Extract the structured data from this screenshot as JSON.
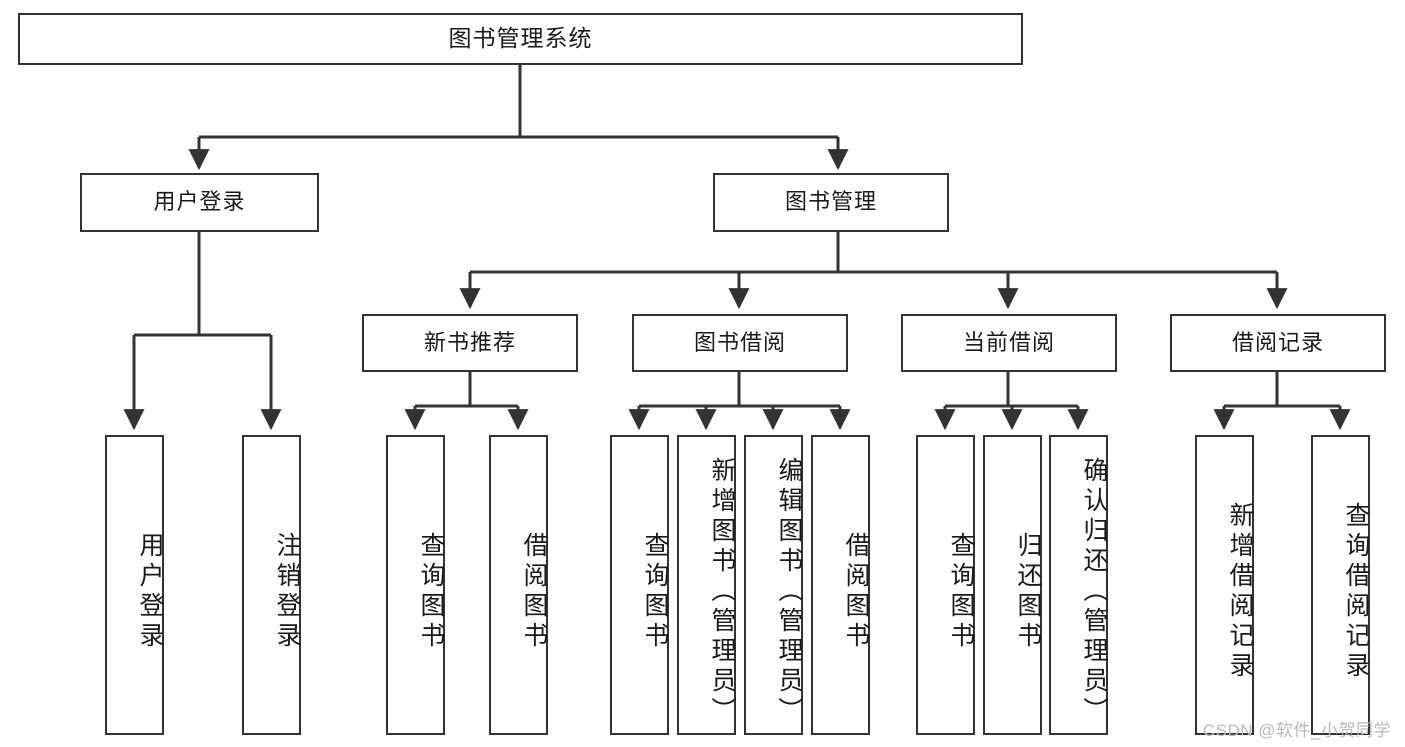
{
  "diagram": {
    "title": "图书管理系统",
    "type": "hierarchy-tree",
    "orientation": "top-down",
    "colors": {
      "box_border": "#333333",
      "box_fill": "#ffffff",
      "connector": "#333333",
      "text": "#1a1a1a",
      "watermark": "#b9b9b9",
      "background": "#ffffff"
    },
    "root": {
      "label": "图书管理系统"
    },
    "level2": [
      {
        "id": "user-login",
        "label": "用户登录"
      },
      {
        "id": "book-manage",
        "label": "图书管理"
      }
    ],
    "level3": [
      {
        "id": "new-book-recommend",
        "label": "新书推荐"
      },
      {
        "id": "book-borrow",
        "label": "图书借阅"
      },
      {
        "id": "current-borrow",
        "label": "当前借阅"
      },
      {
        "id": "borrow-record",
        "label": "借阅记录"
      }
    ],
    "leaves": {
      "user_login": [
        {
          "id": "leaf-user-login",
          "label": "用户登录"
        },
        {
          "id": "leaf-logout-login",
          "label": "注销登录"
        }
      ],
      "new_book_recommend": [
        {
          "id": "leaf-query-book-1",
          "label": "查询图书"
        },
        {
          "id": "leaf-borrow-book-1",
          "label": "借阅图书"
        }
      ],
      "book_borrow": [
        {
          "id": "leaf-query-book-2",
          "label": "查询图书"
        },
        {
          "id": "leaf-add-book",
          "label": "新增图书（管理员）"
        },
        {
          "id": "leaf-edit-book",
          "label": "编辑图书（管理员）"
        },
        {
          "id": "leaf-borrow-book-2",
          "label": "借阅图书"
        }
      ],
      "current_borrow": [
        {
          "id": "leaf-query-book-3",
          "label": "查询图书"
        },
        {
          "id": "leaf-return-book",
          "label": "归还图书"
        },
        {
          "id": "leaf-confirm-return",
          "label": "确认归还（管理员）"
        }
      ],
      "borrow_record": [
        {
          "id": "leaf-add-record",
          "label": "新增借阅记录"
        },
        {
          "id": "leaf-query-record",
          "label": "查询借阅记录"
        }
      ]
    }
  },
  "watermark": {
    "text": "CSDN @软件_小贺同学"
  }
}
